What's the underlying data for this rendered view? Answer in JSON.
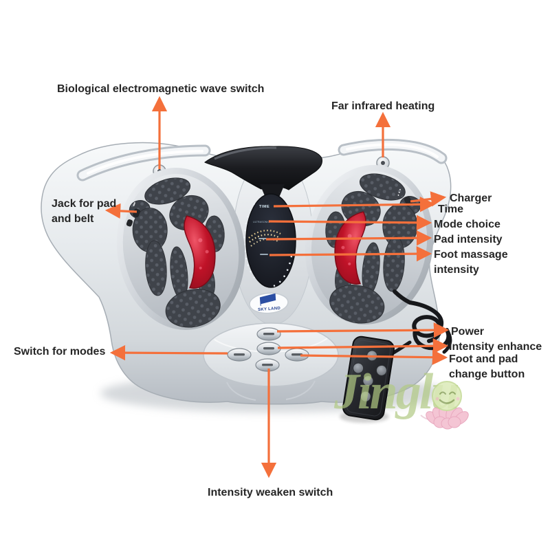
{
  "annotation_style": {
    "arrow_color": "#f4703b",
    "label_color": "#262626"
  },
  "labels": {
    "bio_switch": "Biological electromagnetic wave switch",
    "far_infrared": "Far infrared heating",
    "jack": "Jack for pad and belt",
    "charger": "Charger",
    "time": "Time",
    "mode_choice": "Mode choice",
    "pad_intensity": "Pad intensity",
    "foot_massage_intensity": "Foot massage intensity",
    "switch_modes": "Switch for modes",
    "power": "Power",
    "intensity_enhance": "Intensity enhance",
    "foot_pad_change": "Foot and pad change button",
    "intensity_weaken": "Intensity weaken switch"
  },
  "device": {
    "brand": "SKY LAND",
    "panel_markings": [
      "TIME",
      "ULTRASONIC"
    ],
    "body_color": "#dde1e5",
    "pad_color": "#3f434a",
    "gel_color": "#c01328"
  },
  "watermark": {
    "text": "Jinglu",
    "color": "#b0c983"
  }
}
